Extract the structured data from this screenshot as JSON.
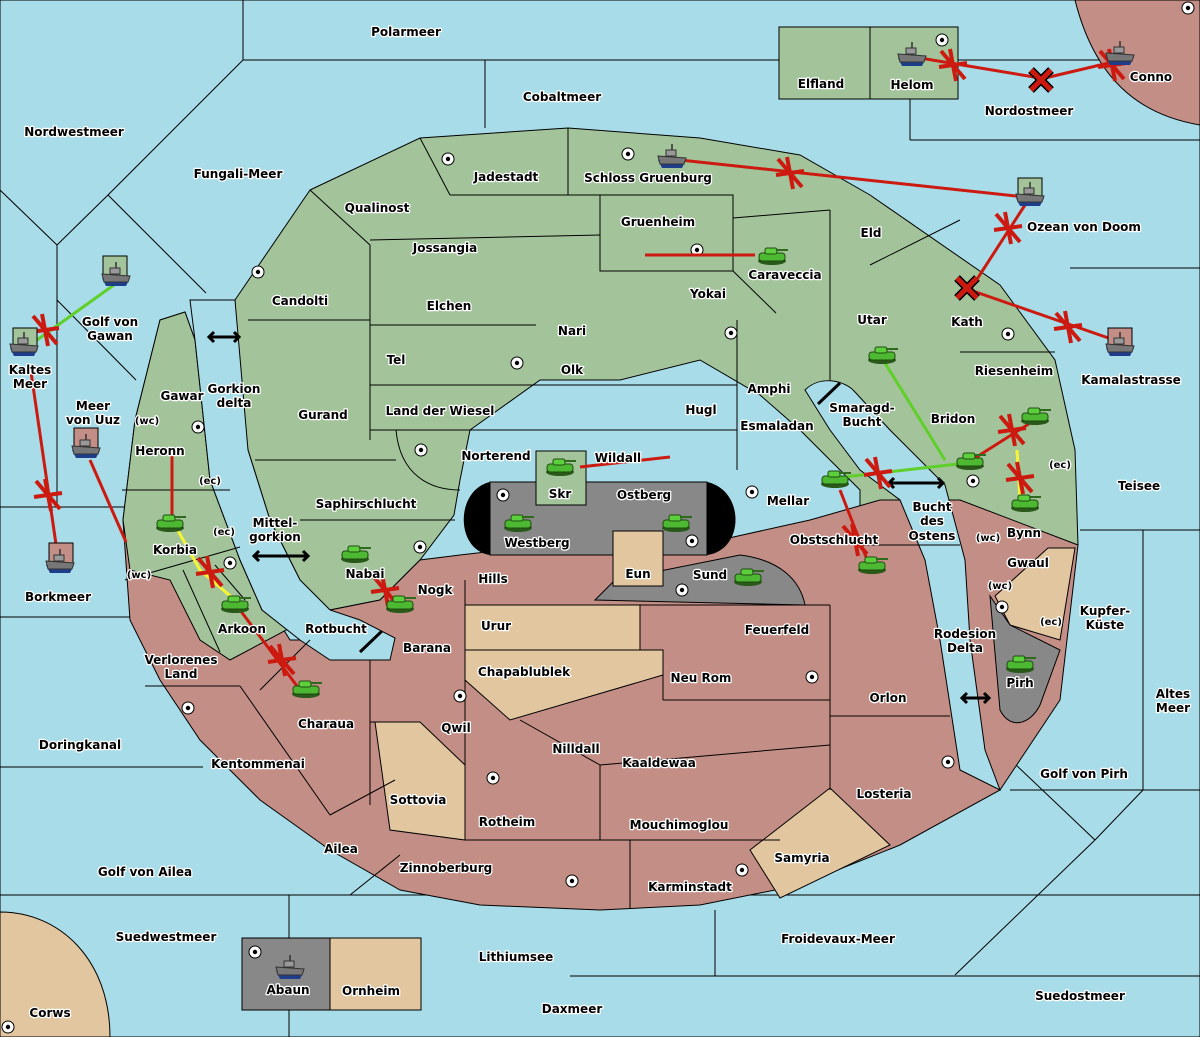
{
  "map": {
    "colors": {
      "sea": "#a8dce8",
      "power_green": "#a3c49a",
      "power_red": "#c38e85",
      "neutral_tan": "#e1c69f",
      "power_gray": "#888888",
      "order_failed": "#cc1a10",
      "order_support": "#5fcf2a",
      "order_convoy": "#f5f534"
    },
    "seas": [
      {
        "name": "Polarmeer"
      },
      {
        "name": "Cobaltmeer"
      },
      {
        "name": "Nordwestmeer"
      },
      {
        "name": "Fungali-Meer"
      },
      {
        "name": "Nordostmeer"
      },
      {
        "name": "Ozean von Doom"
      },
      {
        "name": "Kamalastrasse"
      },
      {
        "name": "Teisee"
      },
      {
        "name": "Kupfer-Küste"
      },
      {
        "name": "Altes Meer"
      },
      {
        "name": "Golf von Pirh"
      },
      {
        "name": "Suedostmeer"
      },
      {
        "name": "Froidevaux-Meer"
      },
      {
        "name": "Daxmeer"
      },
      {
        "name": "Lithiumsee"
      },
      {
        "name": "Suedwestmeer"
      },
      {
        "name": "Golf von Ailea"
      },
      {
        "name": "Doringkanal"
      },
      {
        "name": "Borkmeer"
      },
      {
        "name": "Kaltes Meer"
      },
      {
        "name": "Meer von Uuz"
      },
      {
        "name": "Golf von Gawan"
      },
      {
        "name": "Gorkion delta"
      },
      {
        "name": "Mittel-gorkion"
      },
      {
        "name": "Rotbucht"
      },
      {
        "name": "Smaragd-Bucht"
      },
      {
        "name": "Bucht des Ostens"
      },
      {
        "name": "Rodesion Delta"
      }
    ],
    "labels": {
      "Polarmeer": "Polarmeer",
      "Cobaltmeer": "Cobaltmeer",
      "Nordwestmeer": "Nordwestmeer",
      "Fungali": "Fungali-Meer",
      "Nordostmeer": "Nordostmeer",
      "Doom": "Ozean von Doom",
      "Kamala": "Kamalastrasse",
      "Teisee": "Teisee",
      "Kupfer1": "Kupfer-",
      "Kupfer2": "Küste",
      "Altes1": "Altes",
      "Altes2": "Meer",
      "Pirhgulf": "Golf von Pirh",
      "Suedost": "Suedostmeer",
      "Froide": "Froidevaux-Meer",
      "Dax": "Daxmeer",
      "Lith": "Lithiumsee",
      "Suedwest": "Suedwestmeer",
      "Aileagulf": "Golf von Ailea",
      "Doring": "Doringkanal",
      "Bork": "Borkmeer",
      "Kaltes1": "Kaltes",
      "Kaltes2": "Meer",
      "Uuz1": "Meer",
      "Uuz2": "von Uuz",
      "Gawan1": "Golf von",
      "Gawan2": "Gawan",
      "Gorkion1": "Gorkion",
      "Gorkion2": "delta",
      "Mittel1": "Mittel-",
      "Mittel2": "gorkion",
      "Rotbucht": "Rotbucht",
      "Smaragd1": "Smaragd-",
      "Smaragd2": "Bucht",
      "Bucht1": "Bucht",
      "Bucht2": "des",
      "Bucht3": "Ostens",
      "Rodesion1": "Rodesion",
      "Rodesion2": "Delta",
      "Elfland": "Elfland",
      "Helom": "Helom",
      "Conno": "Conno",
      "Jadestadt": "Jadestadt",
      "Schloss": "Schloss Gruenburg",
      "Qualinost": "Qualinost",
      "Jossangia": "Jossangia",
      "Gruenheim": "Gruenheim",
      "Caraveccia": "Caraveccia",
      "Eld": "Eld",
      "Candolti": "Candolti",
      "Elchen": "Elchen",
      "Nari": "Nari",
      "Yokai": "Yokai",
      "Tel": "Tel",
      "Olk": "Olk",
      "Utar": "Utar",
      "Kath": "Kath",
      "Gurand": "Gurand",
      "Wiesel": "Land der Wiesel",
      "Hugl": "Hugl",
      "Amphi": "Amphi",
      "Esmaladan": "Esmaladan",
      "Riesenheim": "Riesenheim",
      "Bridon": "Bridon",
      "Gawar": "Gawar",
      "Heronn": "Heronn",
      "Norterend": "Norterend",
      "Wildall": "Wildall",
      "Skr": "Skr",
      "Ostberg": "Ostberg",
      "Mellar": "Mellar",
      "Saphir": "Saphirschlucht",
      "Westberg": "Westberg",
      "Obst": "Obstschlucht",
      "Bynn": "Bynn",
      "Korbia": "Korbia",
      "Nabai": "Nabai",
      "Nogk": "Nogk",
      "Hills": "Hills",
      "Eun": "Eun",
      "Sund": "Sund",
      "Gwaul": "Gwaul",
      "Arkoon": "Arkoon",
      "Urur": "Urur",
      "Feuerfeld": "Feuerfeld",
      "Barana": "Barana",
      "Chapa": "Chapablublek",
      "NeuRom": "Neu Rom",
      "Verlorenes1": "Verlorenes",
      "Verlorenes2": "Land",
      "Pirh": "Pirh",
      "Orlon": "Orlon",
      "Charaua": "Charaua",
      "Qwil": "Qwil",
      "Nilldall": "Nilldall",
      "Kentom": "Kentommenai",
      "Kaaldewaa": "Kaaldewaa",
      "Sottovia": "Sottovia",
      "Losteria": "Losteria",
      "Rotheim": "Rotheim",
      "Mouchi": "Mouchimoglou",
      "Ailea": "Ailea",
      "Samyria": "Samyria",
      "Zinnober": "Zinnoberburg",
      "Karmin": "Karminstadt",
      "Abaun": "Abaun",
      "Ornheim": "Ornheim",
      "Corws": "Corws",
      "wc": "(wc)",
      "ec": "(ec)"
    },
    "units": [
      {
        "type": "fleet",
        "location": "Helom"
      },
      {
        "type": "fleet",
        "location": "Conno"
      },
      {
        "type": "fleet",
        "location": "Schloss Gruenburg"
      },
      {
        "type": "fleet",
        "location": "Ozean von Doom (dislodged)"
      },
      {
        "type": "fleet",
        "location": "Kamalastrasse"
      },
      {
        "type": "fleet",
        "location": "Golf von Gawan"
      },
      {
        "type": "fleet",
        "location": "Kaltes Meer"
      },
      {
        "type": "fleet",
        "location": "Meer von Uuz"
      },
      {
        "type": "fleet",
        "location": "Borkmeer"
      },
      {
        "type": "fleet",
        "location": "Abaun"
      },
      {
        "type": "army",
        "location": "Caraveccia"
      },
      {
        "type": "army",
        "location": "Utar"
      },
      {
        "type": "army",
        "location": "Bridon"
      },
      {
        "type": "army",
        "location": "Riesenheim"
      },
      {
        "type": "army",
        "location": "Bynn"
      },
      {
        "type": "army",
        "location": "Mellar"
      },
      {
        "type": "army",
        "location": "Obstschlucht"
      },
      {
        "type": "army",
        "location": "Skr"
      },
      {
        "type": "army",
        "location": "Westberg"
      },
      {
        "type": "army",
        "location": "Ostberg"
      },
      {
        "type": "army",
        "location": "Sund"
      },
      {
        "type": "army",
        "location": "Pirh"
      },
      {
        "type": "army",
        "location": "Korbia"
      },
      {
        "type": "army",
        "location": "Arkoon"
      },
      {
        "type": "army",
        "location": "Charaua"
      },
      {
        "type": "army",
        "location": "Nabai"
      },
      {
        "type": "army",
        "location": "Nogk"
      }
    ]
  }
}
